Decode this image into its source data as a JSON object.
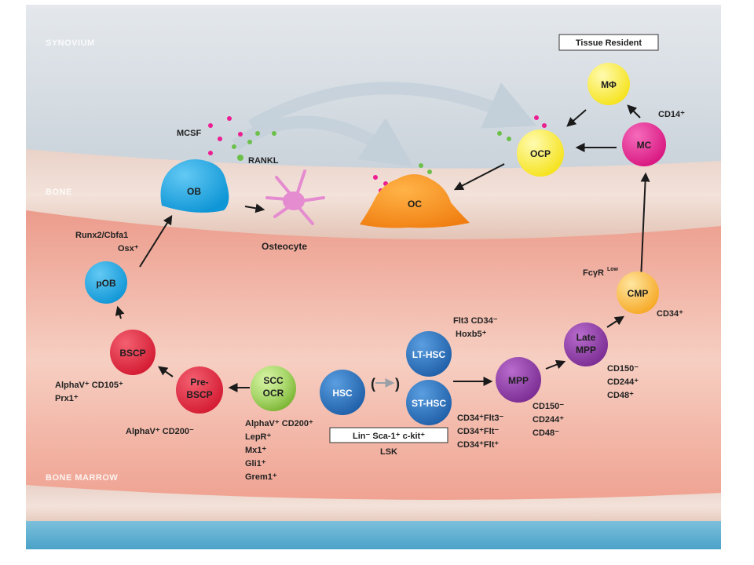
{
  "regions": {
    "synovium": "SYNOVIUM",
    "bone": "BONE",
    "marrow": "BONE MARROW"
  },
  "cells": {
    "ob": "OB",
    "osteocyte": "Osteocyte",
    "oc": "OC",
    "ocp": "OCP",
    "mphi": "MΦ",
    "mc": "MC",
    "pob": "pOB",
    "bscp": "BSCP",
    "prebscp_1": "Pre-",
    "prebscp_2": "BSCP",
    "scc_1": "SCC",
    "scc_2": "OCR",
    "hsc": "HSC",
    "lthsc": "LT-HSC",
    "sthsc": "ST-HSC",
    "mpp": "MPP",
    "late_1": "Late",
    "late_2": "MPP",
    "cmp": "CMP"
  },
  "labels": {
    "tissue_resident": "Tissue Resident",
    "mcsf": "MCSF",
    "rankl": "RANKL",
    "cd14": "CD14⁺",
    "runx2": "Runx2/Cbfa1",
    "osx": "Osx⁺",
    "alphav_cd105": "AlphaV⁺ CD105⁺",
    "prx1": "Prx1⁺",
    "alphav_cd200neg": "AlphaV⁺ CD200⁻",
    "alphav_cd200pos": "AlphaV⁺ CD200⁺",
    "lepr": "LepR⁺",
    "mx1": "Mx1⁺",
    "gli1": "Gli1⁺",
    "grem1": "Grem1⁺",
    "lsk_box": "Lin⁻ Sca-1⁺ c-kit⁺",
    "lsk": "LSK",
    "paren_open": "(",
    "paren_close": ")",
    "flt3_cd34": "Flt3 CD34⁻",
    "hoxb5": "Hoxb5⁺",
    "st_1": "CD34⁺Flt3⁻",
    "st_2": "CD34⁺Flt⁻",
    "st_3": "CD34⁺Flt⁺",
    "mpp_1": "CD150⁻",
    "mpp_2": "CD244⁺",
    "mpp_3": "CD48⁻",
    "late_m1": "CD150⁻",
    "late_m2": "CD244⁺",
    "late_m3": "CD48⁺",
    "fcgr": "FcγR",
    "fcgr_sup": "Low",
    "cd34_cmp": "CD34⁺"
  },
  "colors": {
    "synovium": "#d9e0e6",
    "bone": "#ead7cf",
    "marrow": "#f1b9aa",
    "ob": "#1fb0ec",
    "oc": "#f7941d",
    "ocp": "#fff13d",
    "mc": "#ec1e91",
    "bscp": "#e8243c",
    "scc": "#8cc63f",
    "hsc": "#2e77c4",
    "mpp": "#8e3ba2",
    "cmp": "#fbb040",
    "osteocyte": "#e58bd0"
  }
}
